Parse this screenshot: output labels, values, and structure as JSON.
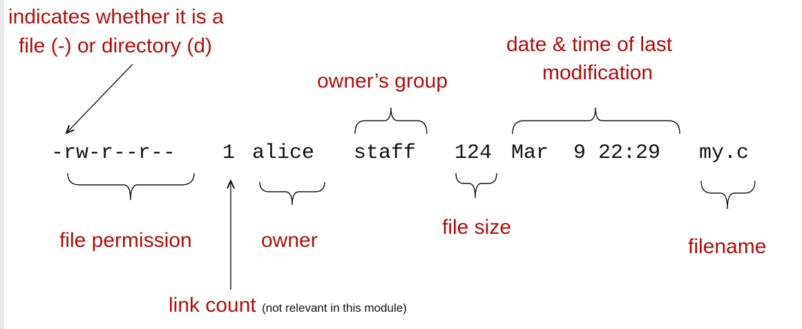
{
  "listing": {
    "permissions": "-rw-r--r--",
    "link_count": "1",
    "owner": "alice",
    "group": "staff",
    "size": "124",
    "date_time": "Mar  9 22:29",
    "filename": "my.c"
  },
  "labels": {
    "file_type": "indicates whether it is a file (-) or directory (d)",
    "file_type_line1": "indicates whether it is a",
    "file_type_line2": "file (-) or directory (d)",
    "permissions": "file permission",
    "link_count": "link count",
    "link_count_note": "(not relevant in this module)",
    "owner": "owner",
    "group": "owner’s group",
    "size": "file size",
    "date_line1": "date & time of last",
    "date_line2": "modification",
    "filename": "filename"
  },
  "colors": {
    "label": "#b30c0c",
    "listing": "#111111",
    "background": "#ffffff"
  }
}
